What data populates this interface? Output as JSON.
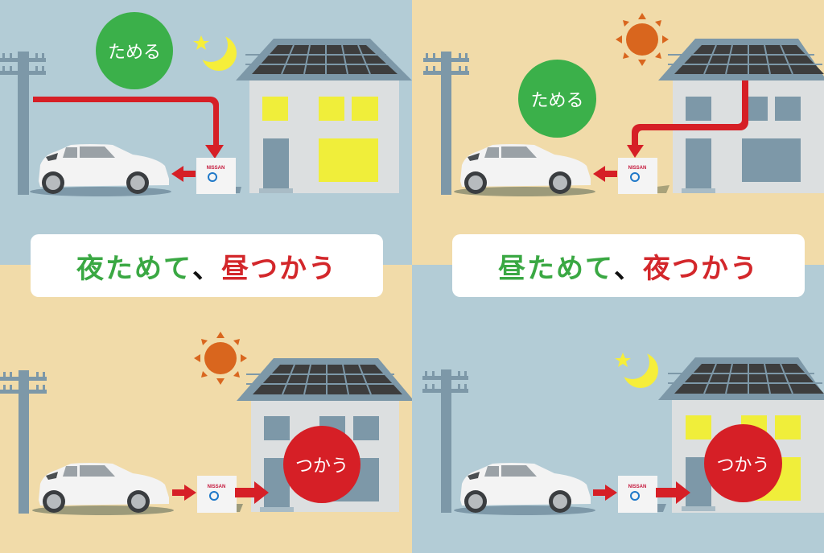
{
  "panels": {
    "top_left": {
      "scene": "night-charge",
      "background": "#b3ccd6",
      "badge_label": "ためる",
      "badge_color": "#3bb04a",
      "sky_icon": "moon-and-star",
      "device_brand": "NISSAN",
      "flow": "grid-to-charger-to-car"
    },
    "top_right": {
      "scene": "day-charge",
      "background": "#f1dba9",
      "badge_label": "ためる",
      "badge_color": "#3bb04a",
      "sky_icon": "sun",
      "device_brand": "NISSAN",
      "flow": "solar-to-charger-to-car"
    },
    "bottom_left": {
      "scene": "day-use",
      "background": "#f1dba9",
      "badge_label": "つかう",
      "badge_color": "#d61f26",
      "sky_icon": "sun",
      "device_brand": "NISSAN",
      "flow": "car-to-charger-to-house"
    },
    "bottom_right": {
      "scene": "night-use",
      "background": "#b3ccd6",
      "badge_label": "つかう",
      "badge_color": "#d61f26",
      "sky_icon": "moon-and-star",
      "device_brand": "NISSAN",
      "flow": "car-to-charger-to-house"
    }
  },
  "captions": {
    "left": {
      "part1": "夜ためて",
      "separator": "、",
      "part2": "昼つかう"
    },
    "right": {
      "part1": "昼ためて",
      "separator": "、",
      "part2": "夜つかう"
    }
  },
  "colors": {
    "green": "#3aa843",
    "red": "#d3272b",
    "arrow_red": "#d61f26",
    "night_bg": "#b3ccd6",
    "day_bg": "#f1dba9",
    "house_wall": "#dcdfe0",
    "roof": "#7d98a8",
    "panel": "#3d3d3d",
    "lit_window": "#f0ee3a",
    "dark_window": "#7d98a8",
    "sun": "#d9661e",
    "moon": "#f6ee3a"
  }
}
